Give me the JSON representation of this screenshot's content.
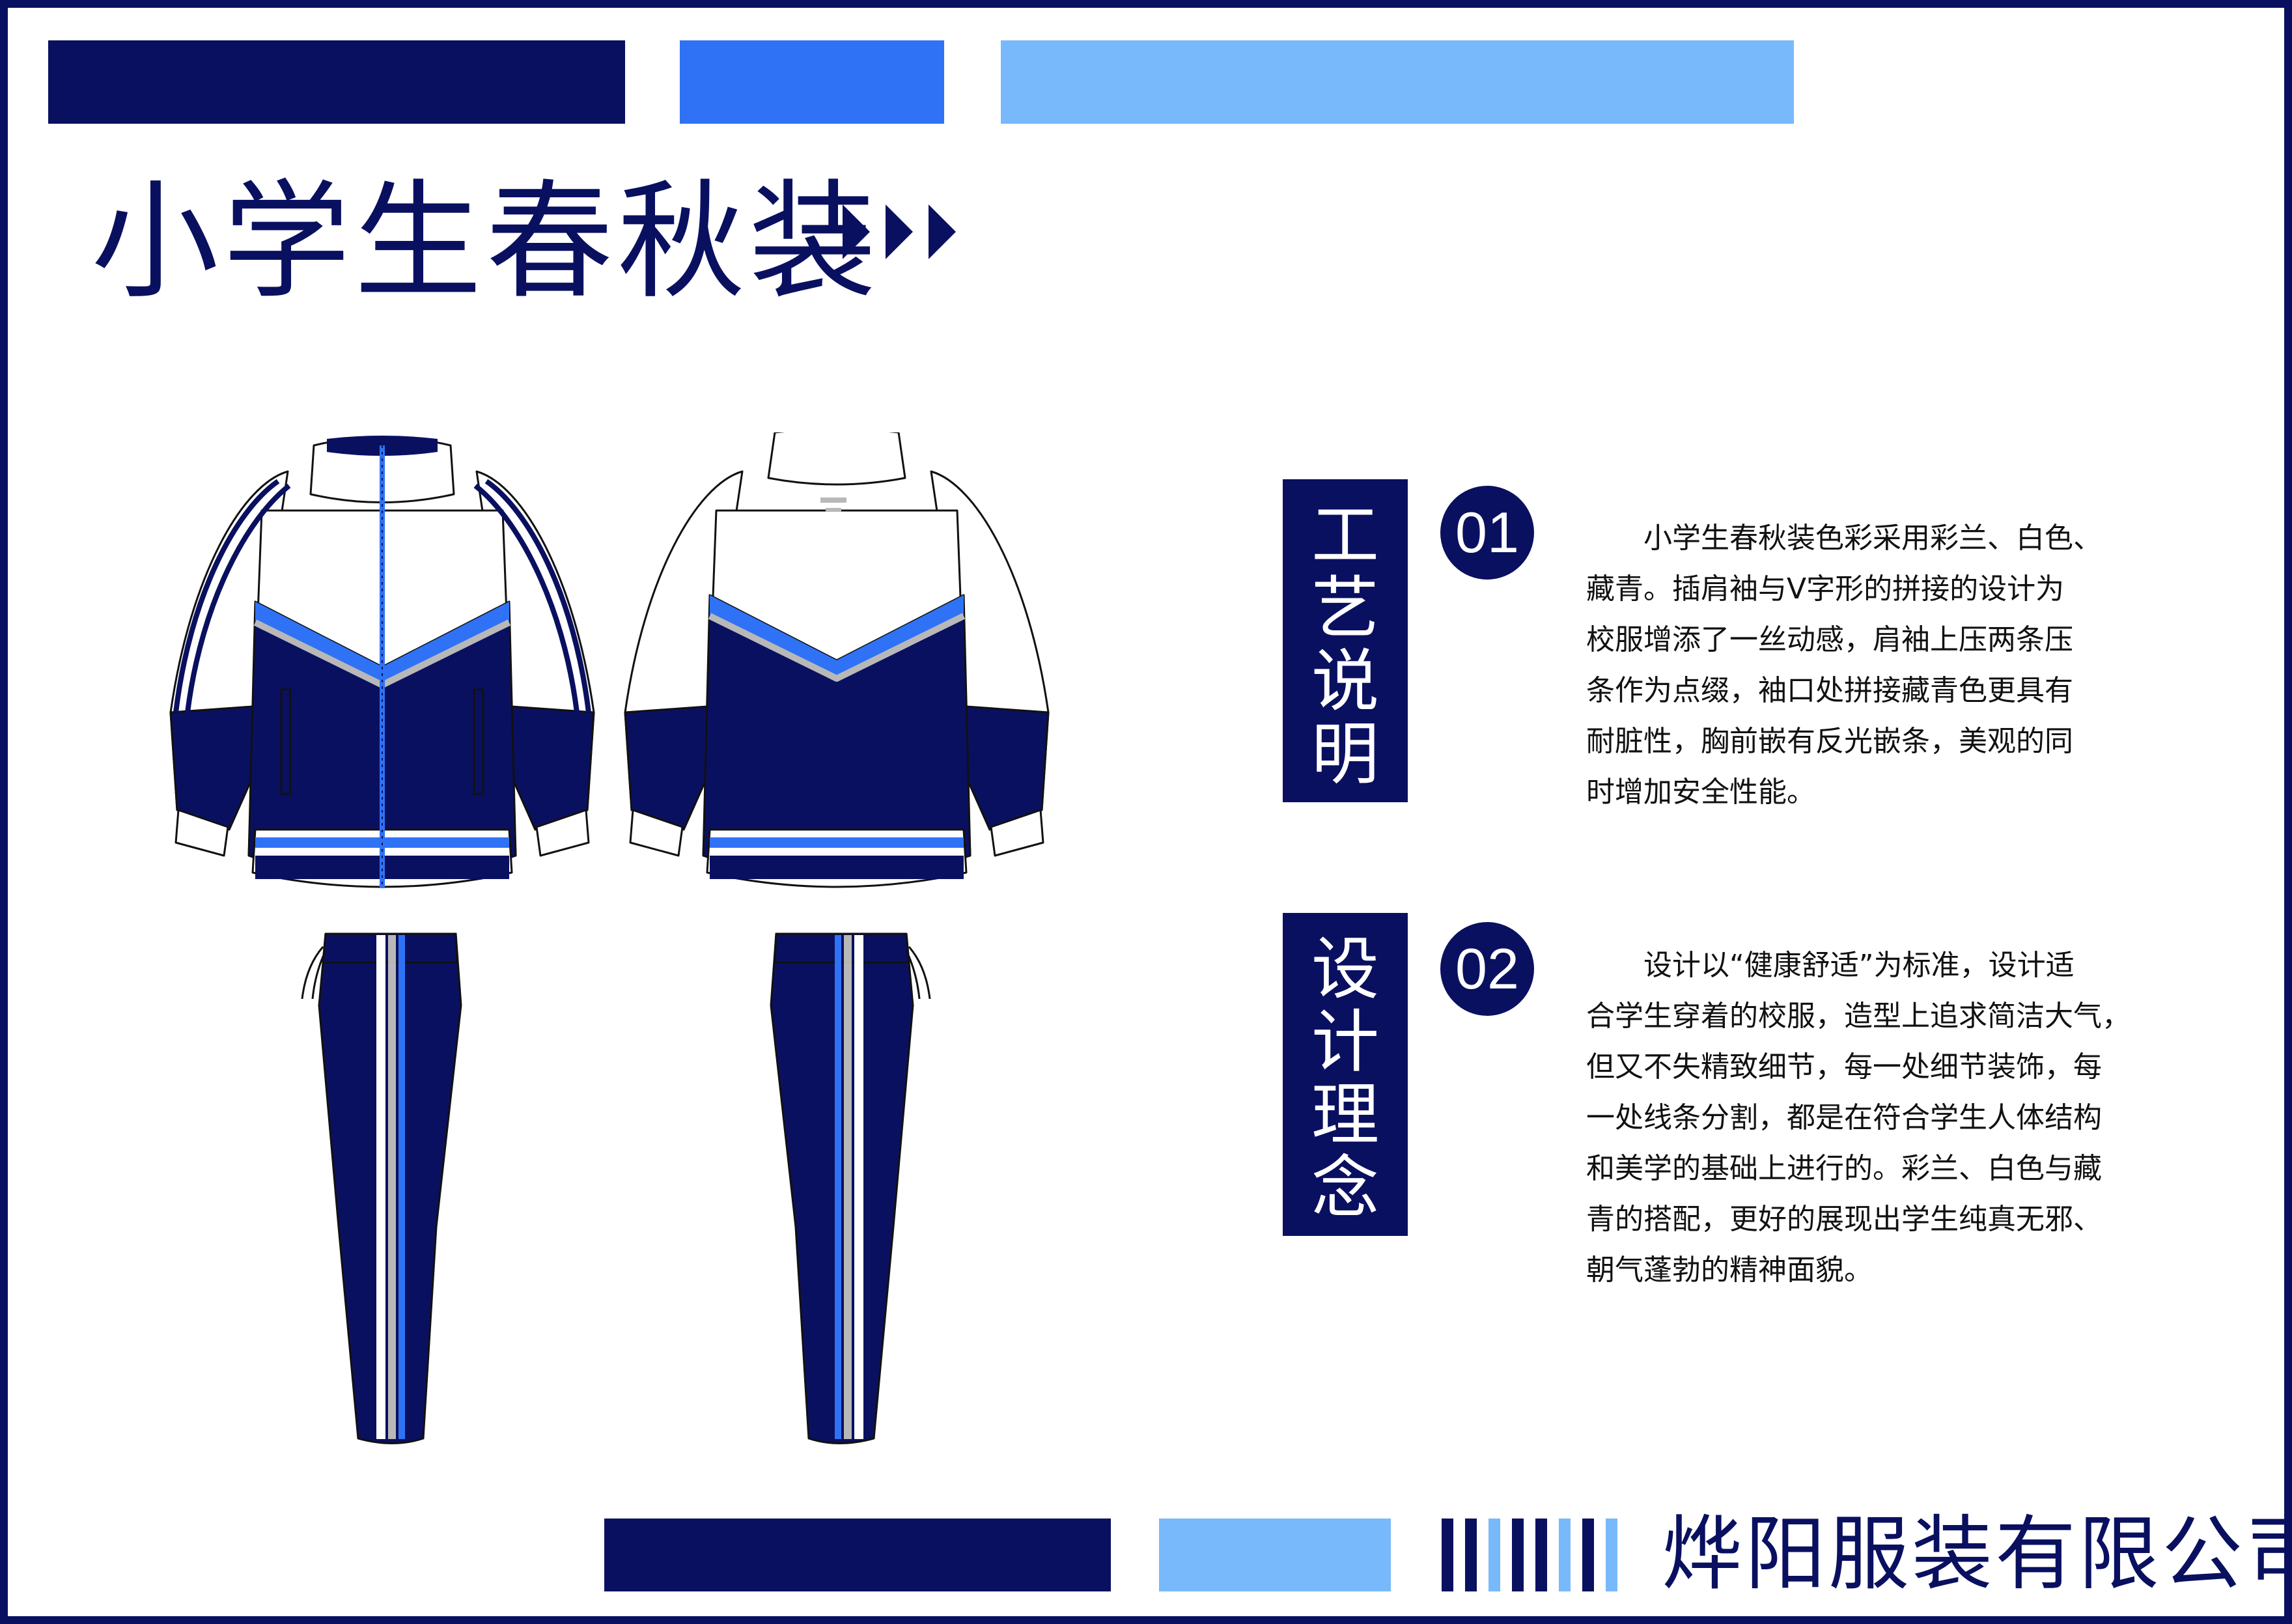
{
  "title": "小学生春秋装",
  "colors": {
    "navy": "#0a1060",
    "royal_blue": "#2f72f5",
    "sky_blue": "#78b9fb",
    "reflective_gray": "#b8b8b8",
    "white": "#ffffff"
  },
  "sections": [
    {
      "label_chars": [
        "工",
        "艺",
        "说",
        "明"
      ],
      "number": "01",
      "lines": [
        "　　小学生春秋装色彩采用彩兰、白色、",
        "藏青。插肩袖与V字形的拼接的设计为",
        "校服增添了一丝动感，肩袖上压两条压",
        "条作为点缀，袖口处拼接藏青色更具有",
        "耐脏性，胸前嵌有反光嵌条，美观的同",
        "时增加安全性能。"
      ]
    },
    {
      "label_chars": [
        "设",
        "计",
        "理",
        "念"
      ],
      "number": "02",
      "lines": [
        "　　设计以“健康舒适”为标准，设计适",
        "合学生穿着的校服，造型上追求简洁大气，",
        "但又不失精致细节，每一处细节装饰，每",
        "一处线条分割，都是在符合学生人体结构",
        "和美学的基础上进行的。彩兰、白色与藏",
        "青的搭配，更好的展现出学生纯真无邪、",
        "朝气蓬勃的精神面貌。"
      ]
    }
  ],
  "company": "烨阳服装有限公司",
  "garments": {
    "jacket_front": "jacket-front-illustration",
    "jacket_back": "jacket-back-illustration",
    "pants_front": "pants-front-illustration",
    "pants_back": "pants-back-illustration"
  }
}
